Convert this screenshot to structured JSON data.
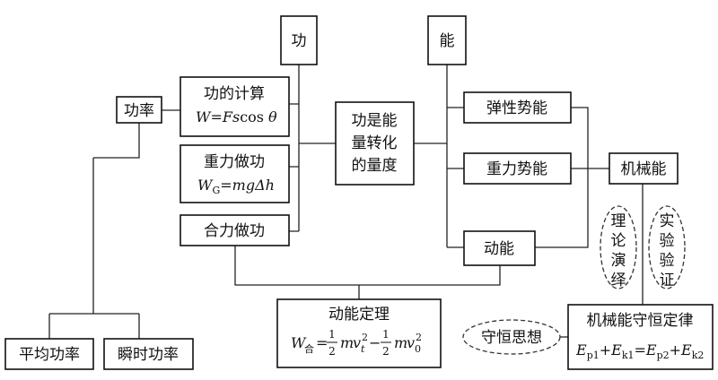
{
  "labels": {
    "work": "功",
    "energy": "能",
    "power": "功率",
    "work_calc": "功的计算",
    "gravity_work": "重力做功",
    "net_work": "合力做功",
    "work_energy_line1": "功是能",
    "work_energy_line2": "量转化",
    "work_energy_line3": "的量度",
    "elastic_pe": "弹性势能",
    "gravity_pe": "重力势能",
    "kinetic": "动能",
    "mechanical": "机械能",
    "theory_chars": [
      "理",
      "论",
      "演",
      "绎"
    ],
    "experiment_chars": [
      "实",
      "验",
      "验",
      "证"
    ],
    "conservation_idea": "守恒思想",
    "conservation_law": "机械能守恒定律",
    "theorem": "动能定理",
    "avg_power": "平均功率",
    "inst_power": "瞬时功率"
  },
  "formulas": {
    "work_calc": {
      "W": "W",
      "eq": "=",
      "F": "F",
      "s": "s",
      "cos": "cos",
      "theta": "θ"
    },
    "gravity_work": {
      "W": "W",
      "G": "G",
      "eq": "=",
      "mg": "mg",
      "dh": "Δh"
    },
    "theorem": {
      "W": "W",
      "he": "合",
      "eq": "=",
      "one": "1",
      "two": "2",
      "m": "m",
      "v": "v",
      "t": "t",
      "exp": "2",
      "minus": "−",
      "zero": "0"
    },
    "conservation": {
      "E": "E",
      "p1": "p1",
      "k1": "k1",
      "p2": "p2",
      "k2": "k2",
      "plus": "+",
      "eq": "="
    }
  }
}
